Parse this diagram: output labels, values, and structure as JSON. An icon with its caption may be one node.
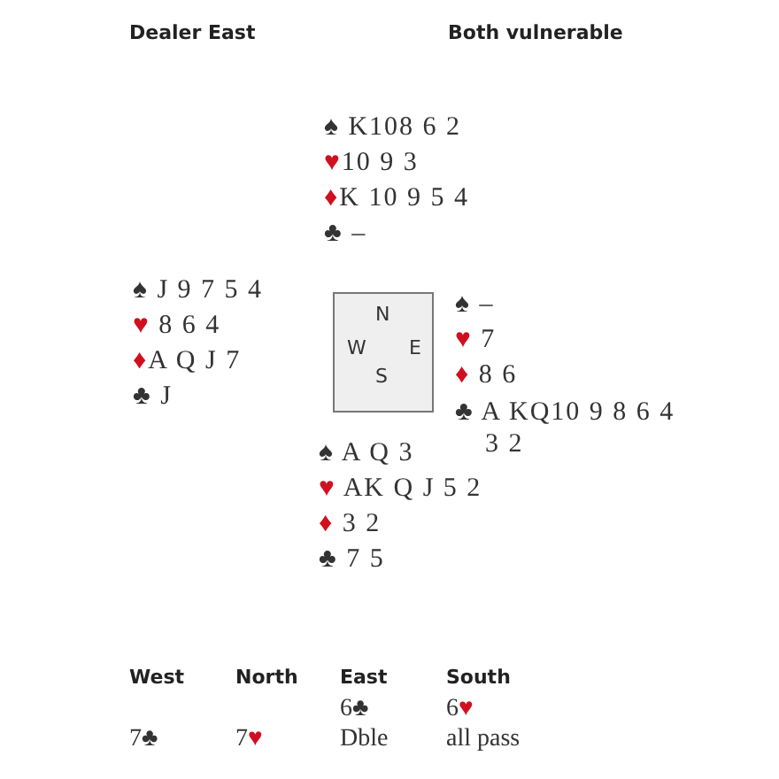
{
  "diagram": {
    "nodes": [
      {
        "text": [
          "N",
          "W",
          "E",
          "S"
        ]
      }
    ],
    "labels": [
      "Dealer East",
      "Both vulnerable",
      "♠ K108 6 2",
      "♥10 9 3",
      "♦K 10 9 5 4",
      "♣ –",
      "♠ J 9 7 5 4",
      "♥ 8 6 4",
      "♦A Q J 7",
      "♣ J",
      "♠ –",
      "♥ 7",
      "♦ 8 6",
      "♣ A KQ10 9 8 6 4 3 2",
      "♠ A Q 3",
      "♥ AK Q J 5 2",
      "♦ 3 2",
      "♣ 7 5",
      "West",
      "North",
      "East",
      "South",
      "6♣",
      "6♥",
      "7♣",
      "7♥",
      "Dble",
      "all pass"
    ]
  }
}
